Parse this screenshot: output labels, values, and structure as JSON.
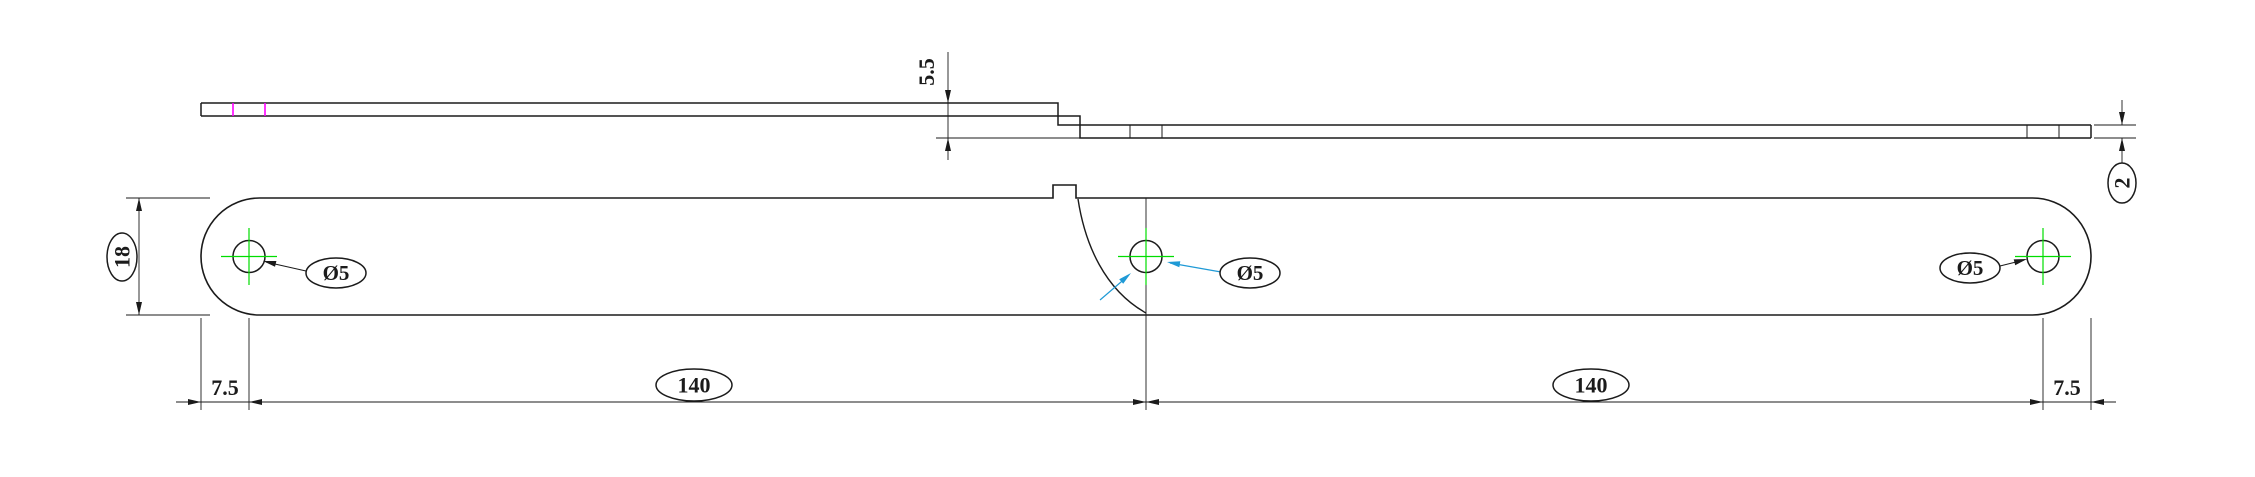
{
  "dimensions": {
    "joggle_offset": "5.5",
    "thickness": "2",
    "width": "18",
    "left_edge_to_hole": "7.5",
    "hole_span_left": "140",
    "hole_span_right": "140",
    "right_edge_to_hole": "7.5"
  },
  "hole_callouts": {
    "left": "Ø5",
    "middle": "Ø5",
    "right": "Ø5"
  },
  "colors": {
    "line": "#1b1b1b",
    "center_mark": "#00dd00",
    "highlight": "#ff00ff",
    "leader": "#1f9ad6",
    "paper": "#ffffff"
  }
}
